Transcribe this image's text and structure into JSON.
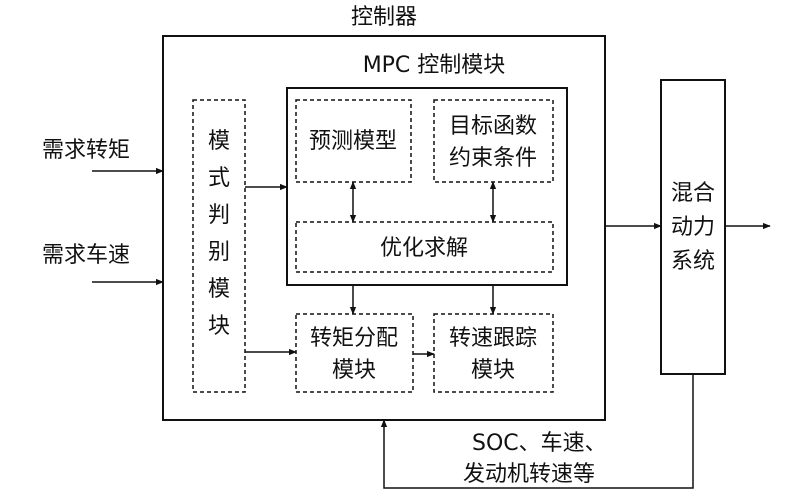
{
  "diagram": {
    "controller_label": "控制器",
    "mpc_label": "MPC 控制模块",
    "inputs": {
      "torque_demand": "需求转矩",
      "speed_demand": "需求车速"
    },
    "mode_module": [
      "模",
      "式",
      "判",
      "别",
      "模",
      "块"
    ],
    "prediction_model": "预测模型",
    "objective": [
      "目标函数",
      "约束条件"
    ],
    "optimization": "优化求解",
    "torque_distribution": [
      "转矩分配",
      "模块"
    ],
    "speed_tracking": [
      "转速跟踪",
      "模块"
    ],
    "hybrid_system": [
      "混合",
      "动力",
      "系统"
    ],
    "feedback": [
      "SOC、车速、",
      "发动机转速等"
    ]
  }
}
